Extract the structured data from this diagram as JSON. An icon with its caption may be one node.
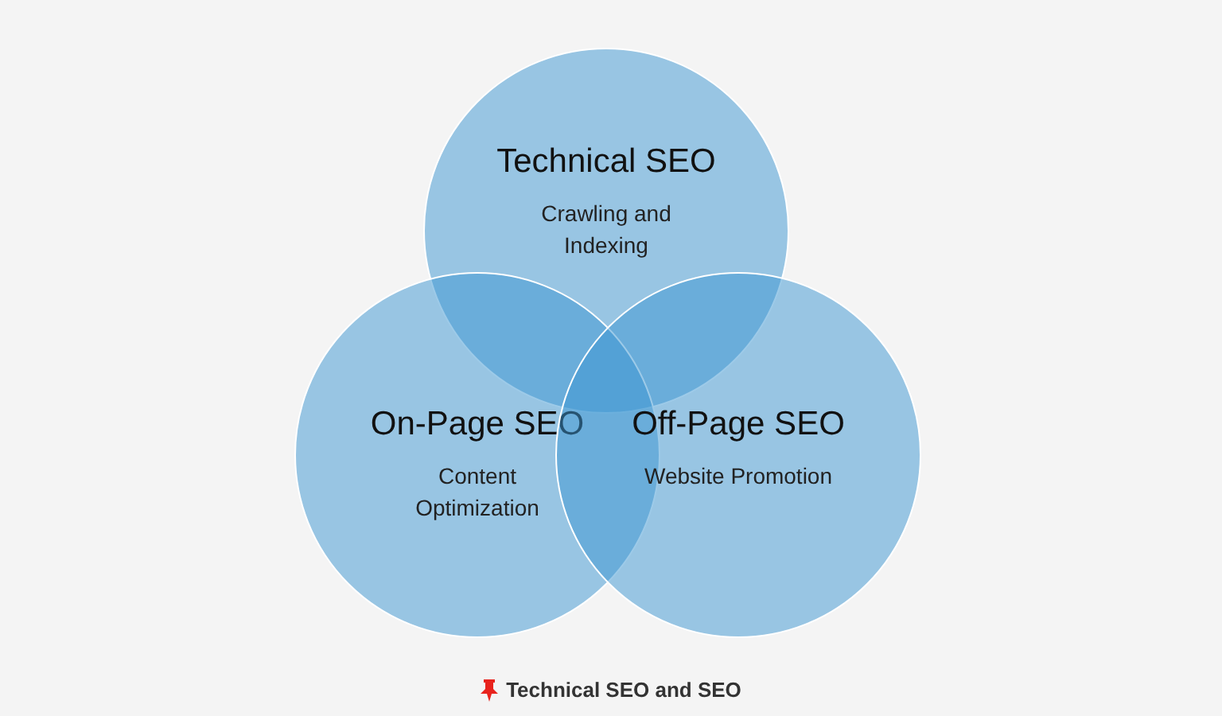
{
  "diagram": {
    "caption": "Technical SEO and SEO",
    "nodes": [
      {
        "text": [
          "Technical SEO",
          "Crawling and Indexing"
        ]
      },
      {
        "text": [
          "On-Page SEO",
          "Content Optimization"
        ]
      },
      {
        "text": [
          "Off-Page SEO",
          "Website Promotion"
        ]
      }
    ]
  }
}
